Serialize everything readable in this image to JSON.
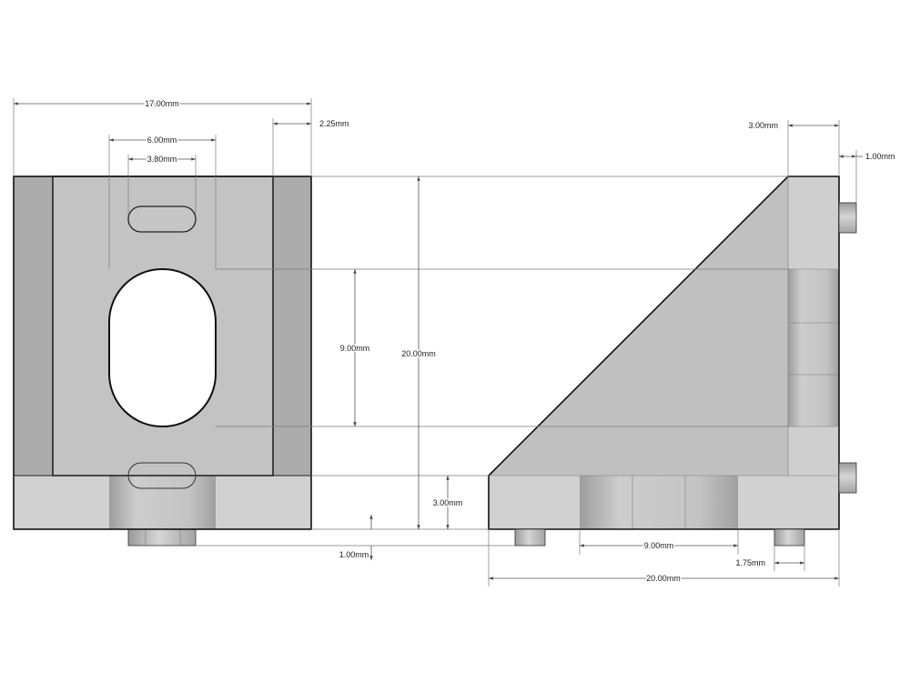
{
  "dimensions": {
    "front_width": "17.00mm",
    "wall_thickness": "2.25mm",
    "slot_outer": "6.00mm",
    "slot_inner": "3.80mm",
    "hole_height": "9.00mm",
    "total_height": "20.00mm",
    "base_height": "3.00mm",
    "pin_height_front": "1.00mm",
    "side_wall": "3.00mm",
    "pin_protrusion_side": "1.00mm",
    "bottom_bore": "9.00mm",
    "pin_offset": "1.75mm",
    "side_width": "20.00mm"
  },
  "colors": {
    "face": "#c2c2c2",
    "side_strip": "#adadad",
    "base": "#cfcfcf",
    "bore": "#bcbcbc",
    "background": "#ffffff"
  }
}
